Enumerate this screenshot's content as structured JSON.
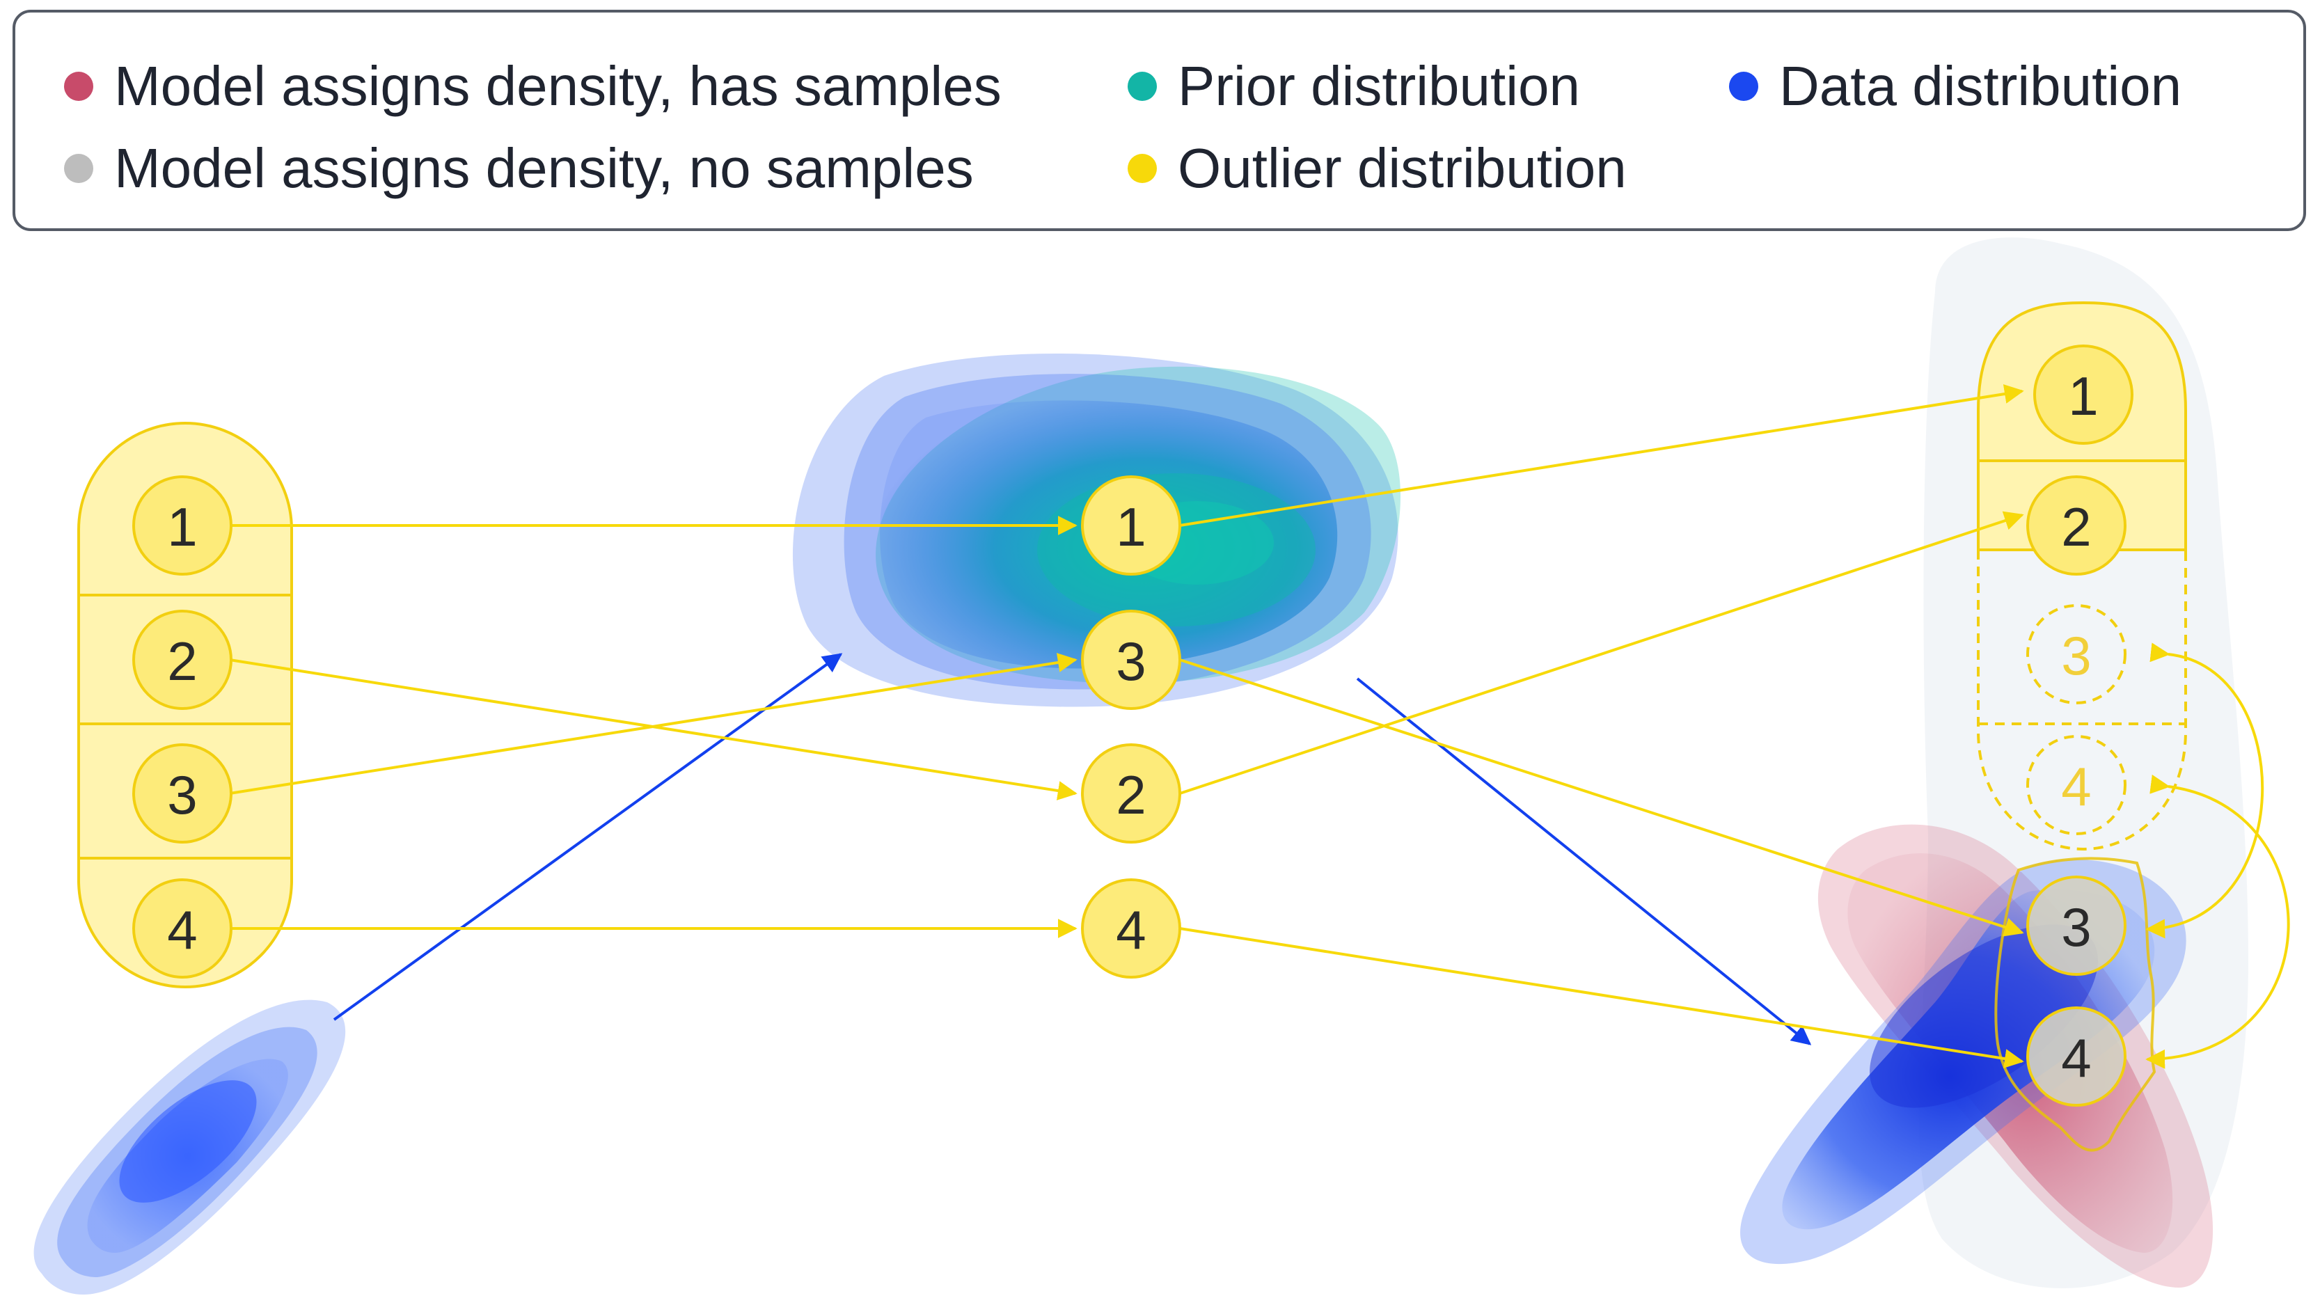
{
  "legend": {
    "items": [
      {
        "label": "Model assigns density, has samples",
        "color": "#c84b6a"
      },
      {
        "label": "Prior distribution",
        "color": "#13b5a6"
      },
      {
        "label": "Data distribution",
        "color": "#1b48f0"
      },
      {
        "label": "Model assigns density, no samples",
        "color": "#bdbdbd"
      },
      {
        "label": "Outlier distribution",
        "color": "#f7d90a"
      }
    ]
  },
  "colors": {
    "outlier_fill": "#fff4b0",
    "outlier_stroke": "#f2cf10",
    "data_arrow": "#1240ee",
    "outlier_arrow": "#f7d90a"
  },
  "left_stack": {
    "labels": [
      "1",
      "2",
      "3",
      "4"
    ]
  },
  "middle_nodes": {
    "labels": [
      "1",
      "3",
      "2",
      "4"
    ]
  },
  "right_stack": {
    "labels": [
      "1",
      "2",
      "3",
      "4"
    ]
  },
  "right_model_nodes": {
    "labels": [
      "3",
      "4"
    ]
  }
}
